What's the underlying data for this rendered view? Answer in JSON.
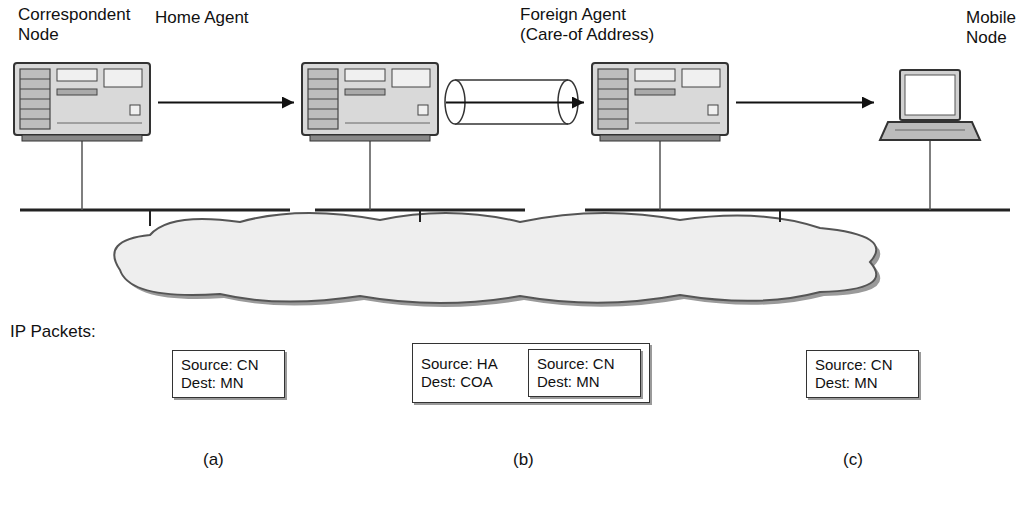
{
  "diagram": {
    "nodes": [
      {
        "text": [
          "Correspondent Node"
        ]
      },
      {
        "text": [
          "Home Agent"
        ]
      },
      {
        "text": [
          "Foreign Agent (Care-of Address)"
        ]
      },
      {
        "text": [
          "Mobile Node"
        ]
      },
      {
        "text": [
          "Source: CN Dest: MN"
        ]
      },
      {
        "text": [
          "Source: HA Dest: COA"
        ]
      },
      {
        "text": [
          "Source: CN Dest: MN"
        ],
        "in": 5
      },
      {
        "text": [
          "Source: CN Dest: MN"
        ]
      }
    ],
    "edges": [
      {
        "from": 0,
        "to": 1,
        "arrow": "to"
      },
      {
        "from": 1,
        "to": 2,
        "arrow": "to"
      },
      {
        "from": 2,
        "to": 3,
        "arrow": "to"
      }
    ],
    "labels": [
      "IP Packets:",
      "(a)",
      "(b)",
      "(c)"
    ]
  }
}
